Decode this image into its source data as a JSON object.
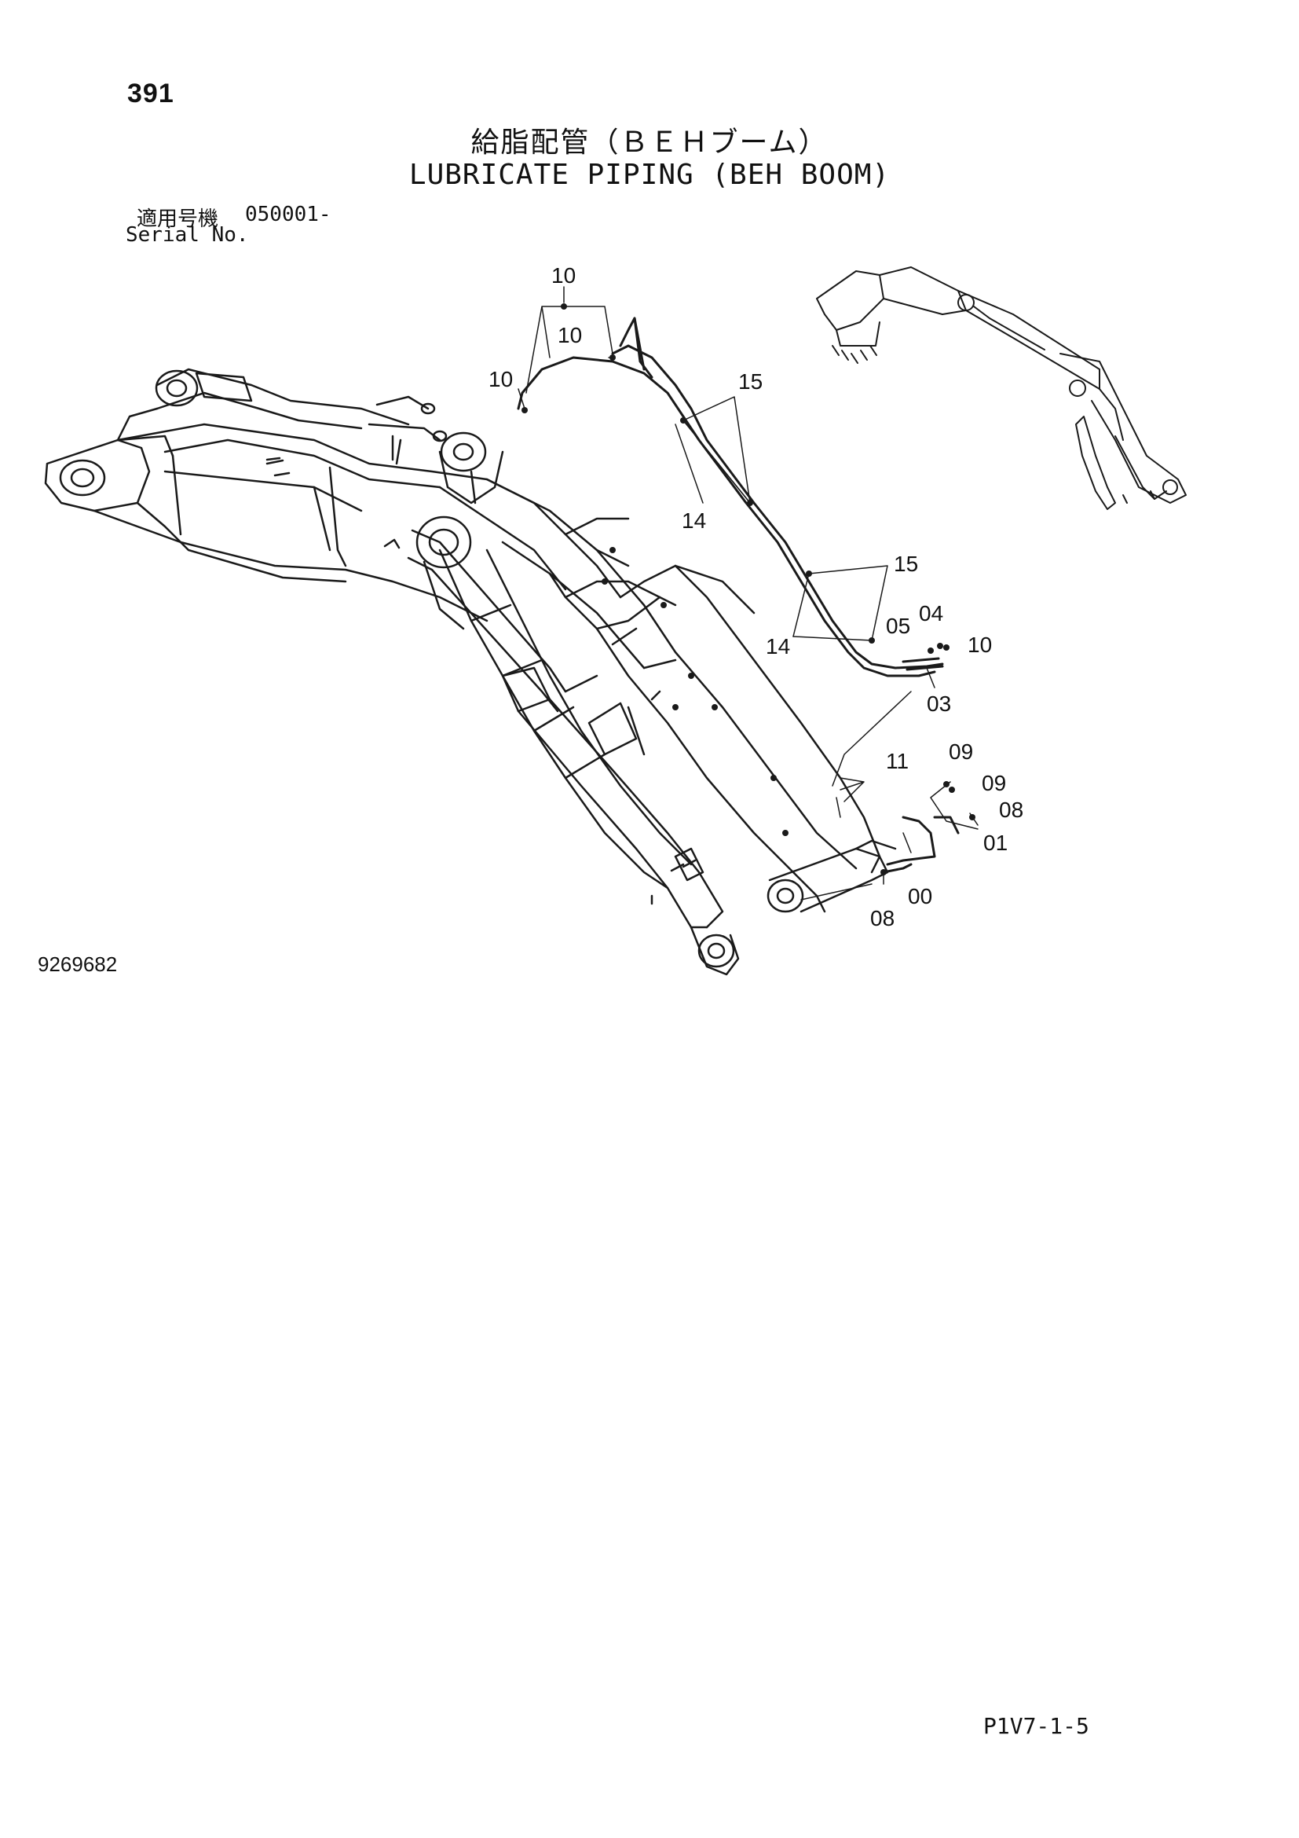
{
  "header": {
    "page_number": "391",
    "title_jp": "給脂配管（ＢＥＨブーム）",
    "title_en": "LUBRICATE PIPING (BEH BOOM)",
    "serial_label_jp": "適用号機",
    "serial_value": "050001-",
    "serial_label_en": "Serial No."
  },
  "footer": {
    "drawing_number": "9269682",
    "page_code": "P1V7-1-5"
  },
  "callouts": {
    "c10a": "10",
    "c10b": "10",
    "c10c": "10",
    "c15a": "15",
    "c14a": "14",
    "c15b": "15",
    "c14b": "14",
    "c05": "05",
    "c04": "04",
    "c10d": "10",
    "c03": "03",
    "c11": "11",
    "c09a": "09",
    "c09b": "09",
    "c08a": "08",
    "c01": "01",
    "c00": "00",
    "c08b": "08"
  }
}
